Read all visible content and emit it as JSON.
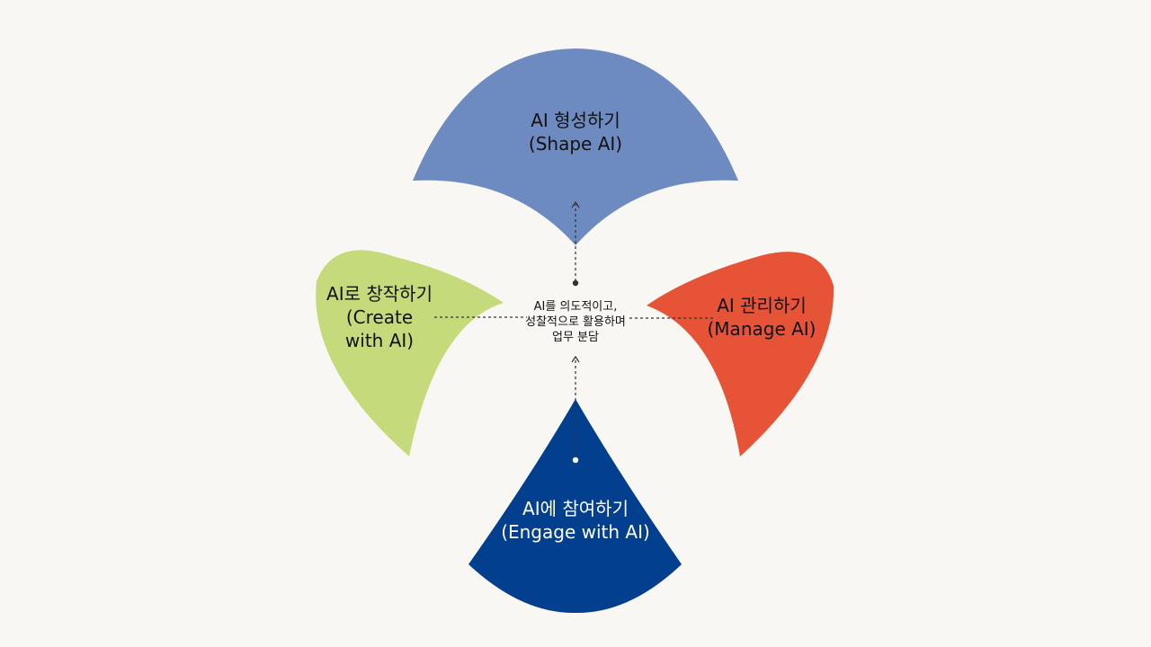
{
  "colors": {
    "background": "#f9f7f3",
    "shape": "#6e8bc1",
    "create": "#c5da7b",
    "manage": "#e65337",
    "engage": "#023f8f",
    "connector": "#333333"
  },
  "center": {
    "lines": [
      "AI를 의도적이고,",
      "성찰적으로 활용하며",
      "업무 분담"
    ]
  },
  "petals": {
    "shape": {
      "lines": [
        "AI 형성하기",
        "(Shape AI)"
      ]
    },
    "create": {
      "lines": [
        "AI로 창작하기",
        "(Create",
        "with AI)"
      ]
    },
    "manage": {
      "lines": [
        "AI 관리하기",
        "(Manage AI)"
      ]
    },
    "engage": {
      "lines": [
        "AI에 참여하기",
        "(Engage with AI)"
      ]
    }
  }
}
